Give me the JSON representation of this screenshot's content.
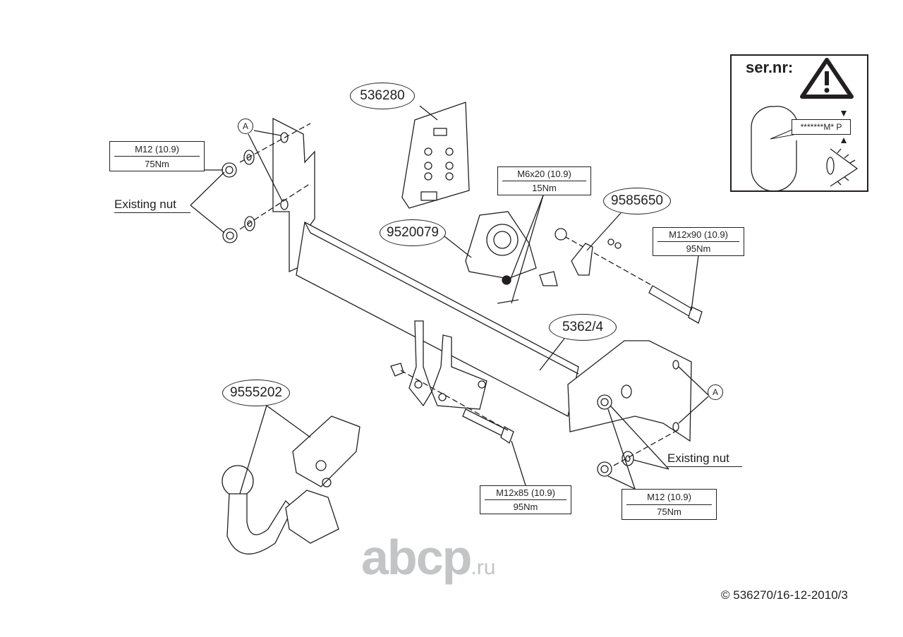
{
  "parts": {
    "bracket_kit": "536280",
    "socket_plate": "9520079",
    "clamp": "9585650",
    "crossbar": "5362/4",
    "towball": "9555202"
  },
  "markers": {
    "a_left": "A",
    "a_right": "A"
  },
  "specs": {
    "m12_left": {
      "bolt": "M12 (10.9)",
      "torque": "75Nm"
    },
    "m6x20": {
      "bolt": "M6x20 (10.9)",
      "torque": "15Nm"
    },
    "m12x90": {
      "bolt": "M12x90 (10.9)",
      "torque": "95Nm"
    },
    "m12x85": {
      "bolt": "M12x85 (10.9)",
      "torque": "95Nm"
    },
    "m12_right": {
      "bolt": "M12 (10.9)",
      "torque": "75Nm"
    }
  },
  "notes": {
    "existing_nut_left": "Existing nut",
    "existing_nut_right": "Existing nut"
  },
  "serial_box": {
    "title": "ser.nr:",
    "code": "*******M* P"
  },
  "watermark": {
    "main": "abcp",
    "suffix": ".ru"
  },
  "copyright": "© 536270/16-12-2010/3"
}
